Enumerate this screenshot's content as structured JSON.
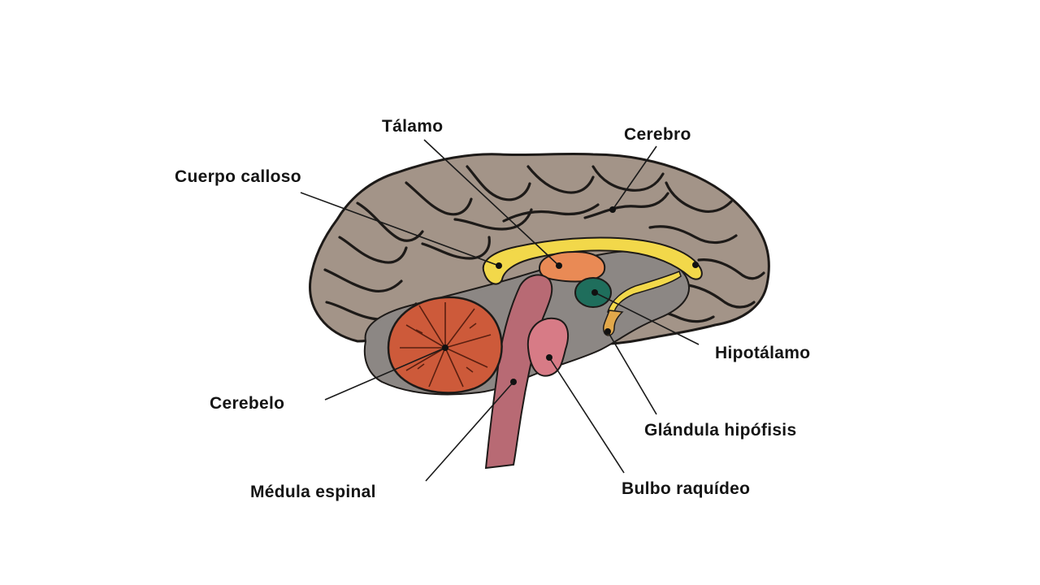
{
  "labels": {
    "talamo": "Tálamo",
    "cerebro": "Cerebro",
    "cuerpo_calloso": "Cuerpo calloso",
    "hipotalamo": "Hipotálamo",
    "cerebelo": "Cerebelo",
    "glandula_hipofisis": "Glándula hipófisis",
    "medula_espinal": "Médula espinal",
    "bulbo_raquideo": "Bulbo raquídeo"
  },
  "colors": {
    "cerebrum": "#a39488",
    "inner_region": "#8c8784",
    "corpus_callosum": "#f2d84a",
    "thalamus": "#e98a55",
    "hypothalamus": "#1f6e5c",
    "cerebellum": "#cd5a3a",
    "brainstem": "#d77b86",
    "spinal_cord": "#b86a74",
    "pituitary": "#e2a84a",
    "outline": "#1d1a18"
  }
}
